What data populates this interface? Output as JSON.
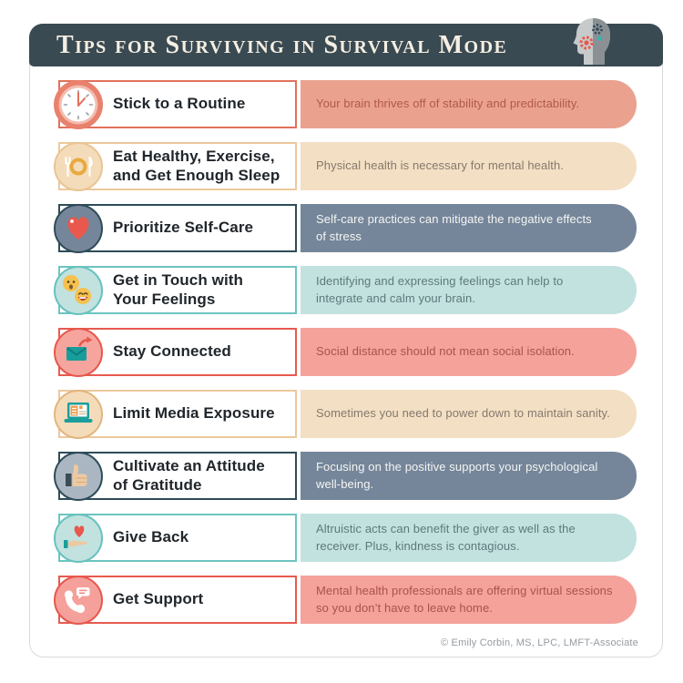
{
  "header": {
    "title": "Tips for Surviving in Survival Mode",
    "logo_icon": "head-with-gears-icon"
  },
  "rows": [
    {
      "icon": "clock-icon",
      "theme": "coral",
      "title": "Stick to a Routine",
      "description": "Your brain thrives off of stability and predictability."
    },
    {
      "icon": "meal-icon",
      "theme": "cream",
      "title": "Eat Healthy, Exercise,\nand Get Enough Sleep",
      "description": "Physical health is necessary for mental health."
    },
    {
      "icon": "heart-icon",
      "theme": "slate",
      "title": "Prioritize Self-Care",
      "description": "Self-care practices can mitigate the negative effects\nof stress"
    },
    {
      "icon": "emoji-faces-icon",
      "theme": "teal",
      "title": "Get in Touch with\nYour Feelings",
      "description": "Identifying and expressing feelings can help to\nintegrate and calm your brain."
    },
    {
      "icon": "envelope-icon",
      "theme": "pink",
      "title": "Stay Connected",
      "description": "Social distance should not mean social isolation."
    },
    {
      "icon": "media-device-icon",
      "theme": "cream",
      "title": "Limit Media Exposure",
      "description": "Sometimes you need to power down to maintain sanity."
    },
    {
      "icon": "thumbs-up-icon",
      "theme": "slate",
      "title": "Cultivate an Attitude\nof Gratitude",
      "description": "Focusing on the positive supports your psychological\nwell-being."
    },
    {
      "icon": "hand-heart-icon",
      "theme": "teal",
      "title": "Give Back",
      "description": "Altruistic acts can benefit the giver as well as the\nreceiver. Plus, kindness is contagious."
    },
    {
      "icon": "phone-support-icon",
      "theme": "pink",
      "title": "Get Support",
      "description": "Mental health professionals are offering virtual sessions\nso you don’t have to leave home."
    }
  ],
  "footer": {
    "credit": "© Emily Corbin, MS, LPC, LMFT-Associate"
  },
  "palette": {
    "header_bg": "#3a4a52",
    "header_text": "#f5efe3",
    "coral_border": "#e2705b",
    "coral_bg": "#eaa28f",
    "coral_text": "#b2584a",
    "cream_border": "#ecc89d",
    "cream_bg": "#f3dfc3",
    "cream_text": "#857a6d",
    "slate_border": "#2e4c58",
    "slate_bg": "#75869a",
    "slate_text": "#f5f5f3",
    "teal_border": "#6cc4c0",
    "teal_bg": "#c2e2df",
    "teal_text": "#5d797b",
    "pink_border": "#e75a4f",
    "pink_bg": "#f5a29b",
    "pink_text": "#a9534c",
    "accent_red": "#e8584c",
    "accent_teal": "#1a9e9c",
    "accent_gold": "#e9a93e"
  }
}
